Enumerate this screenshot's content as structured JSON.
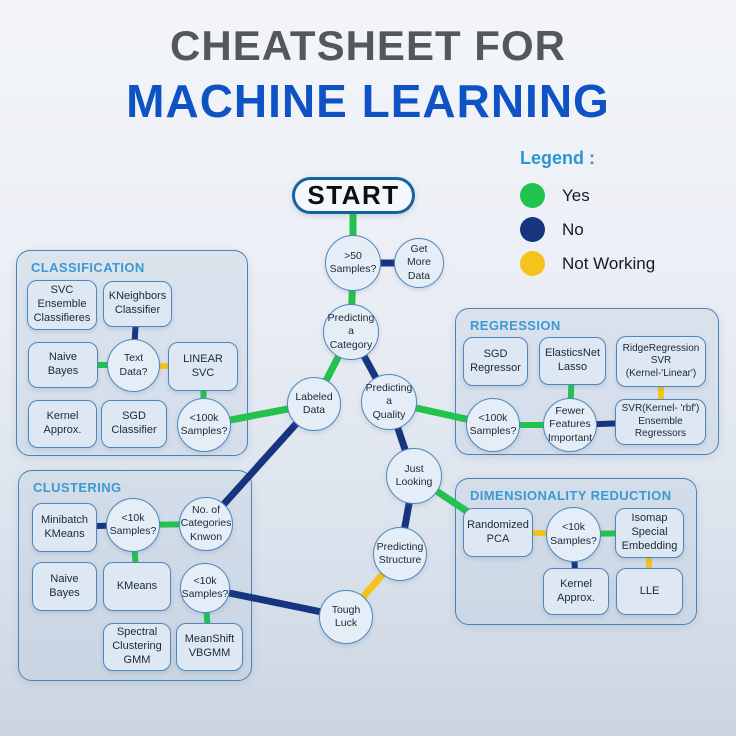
{
  "title": {
    "line1": "CHEATSHEET FOR",
    "line2": "MACHINE LEARNING"
  },
  "legend": {
    "title": "Legend :",
    "items": [
      {
        "label": "Yes",
        "type": "yes"
      },
      {
        "label": "No",
        "type": "no"
      },
      {
        "label": "Not Working",
        "type": "notworking"
      }
    ]
  },
  "colors": {
    "yes": "#22c24f",
    "no": "#17357f",
    "notworking": "#f5c41c"
  },
  "flow": {
    "start": "START",
    "samples_50": ">50\nSamples?",
    "get_more_data": "Get\nMore\nData",
    "predicting_category": "Predicting\na\nCategory",
    "labeled_data": "Labeled\nData",
    "predicting_quality": "Predicting\na\nQuality",
    "just_looking": "Just\nLooking",
    "predicting_structure": "Predicting\nStructure",
    "tough_luck": "Tough\nLuck"
  },
  "classification": {
    "title": "CLASSIFICATION",
    "svc_ensemble": "SVC\nEnsemble\nClassifieres",
    "kneighbors": "KNeighbors\nClassifier",
    "naive_bayes": "Naive\nBayes",
    "text_data": "Text\nData?",
    "linear_svc": "LINEAR\nSVC",
    "kernel_approx": "Kernel\nApprox.",
    "sgd_classifier": "SGD\nClassifier",
    "samples_100k": "<100k\nSamples?"
  },
  "clustering": {
    "title": "CLUSTERING",
    "minibatch_kmeans": "Minibatch\nKMeans",
    "samples_10k_top": "<10k\nSamples?",
    "categories_known": "No. of\nCategories\nKnwon",
    "naive_bayes": "Naive\nBayes",
    "kmeans": "KMeans",
    "samples_10k_bottom": "<10k\nSamples?",
    "spectral_clustering": "Spectral\nClustering\nGMM",
    "meanshift": "MeanShift\nVBGMM"
  },
  "regression": {
    "title": "REGRESSION",
    "sgd_regressor": "SGD\nRegressor",
    "elasticsnet_lasso": "ElasticsNet\nLasso",
    "ridge_svr": "RidgeRegression\nSVR\n(Kernel-'Linear')",
    "samples_100k": "<100k\nSamples?",
    "fewer_features": "Fewer\nFeatures\nImportant",
    "svr_rbf": "SVR(Kernel- 'rbf')\nEnsemble\nRegressors"
  },
  "dimensionality_reduction": {
    "title": "DIMENSIONALITY REDUCTION",
    "randomized_pca": "Randomized\nPCA",
    "samples_10k": "<10k\nSamples?",
    "isomap": "Isomap\nSpecial\nEmbedding",
    "kernel_approx": "Kernel\nApprox.",
    "lle": "LLE"
  },
  "edges": [
    {
      "from": "start",
      "to": "samples-50",
      "type": "yes"
    },
    {
      "from": "samples-50",
      "to": "get-more-data",
      "type": "no"
    },
    {
      "from": "samples-50",
      "to": "predicting-category",
      "type": "yes"
    },
    {
      "from": "predicting-category",
      "to": "labeled-data",
      "type": "yes"
    },
    {
      "from": "predicting-category",
      "to": "predicting-quality",
      "type": "no"
    },
    {
      "from": "labeled-data",
      "to": "classification-100k-samples",
      "type": "yes"
    },
    {
      "from": "labeled-data",
      "to": "categories-known",
      "type": "no"
    },
    {
      "from": "predicting-quality",
      "to": "regression-100k-samples",
      "type": "yes"
    },
    {
      "from": "predicting-quality",
      "to": "just-looking",
      "type": "no"
    },
    {
      "from": "just-looking",
      "to": "randomized-pca",
      "type": "yes"
    },
    {
      "from": "just-looking",
      "to": "predicting-structure",
      "type": "no"
    },
    {
      "from": "predicting-structure",
      "to": "tough-luck",
      "type": "notworking"
    },
    {
      "from": "clustering-10k-samples-bottom",
      "to": "tough-luck",
      "type": "no"
    },
    {
      "from": "kneighbors",
      "to": "text-data",
      "type": "no"
    },
    {
      "from": "naive-bayes-classification",
      "to": "text-data",
      "type": "yes"
    },
    {
      "from": "text-data",
      "to": "linear-svc",
      "type": "notworking"
    },
    {
      "from": "linear-svc",
      "to": "classification-100k-samples",
      "type": "yes"
    },
    {
      "from": "minibatch-kmeans",
      "to": "clustering-10k-samples-top",
      "type": "no"
    },
    {
      "from": "clustering-10k-samples-top",
      "to": "categories-known",
      "type": "yes"
    },
    {
      "from": "clustering-10k-samples-top",
      "to": "kmeans",
      "type": "yes"
    },
    {
      "from": "clustering-10k-samples-bottom",
      "to": "meanshift",
      "type": "yes"
    },
    {
      "from": "regression-100k-samples",
      "to": "fewer-features",
      "type": "yes"
    },
    {
      "from": "fewer-features",
      "to": "elasticsnet-lasso",
      "type": "yes"
    },
    {
      "from": "fewer-features",
      "to": "svr-rbf",
      "type": "no"
    },
    {
      "from": "ridge-svr",
      "to": "svr-rbf",
      "type": "notworking"
    },
    {
      "from": "randomized-pca",
      "to": "dimred-10k-samples",
      "type": "notworking"
    },
    {
      "from": "dimred-10k-samples",
      "to": "isomap",
      "type": "yes"
    },
    {
      "from": "dimred-10k-samples",
      "to": "dimred-kernel-approx",
      "type": "no"
    },
    {
      "from": "isomap",
      "to": "lle",
      "type": "notworking"
    }
  ]
}
